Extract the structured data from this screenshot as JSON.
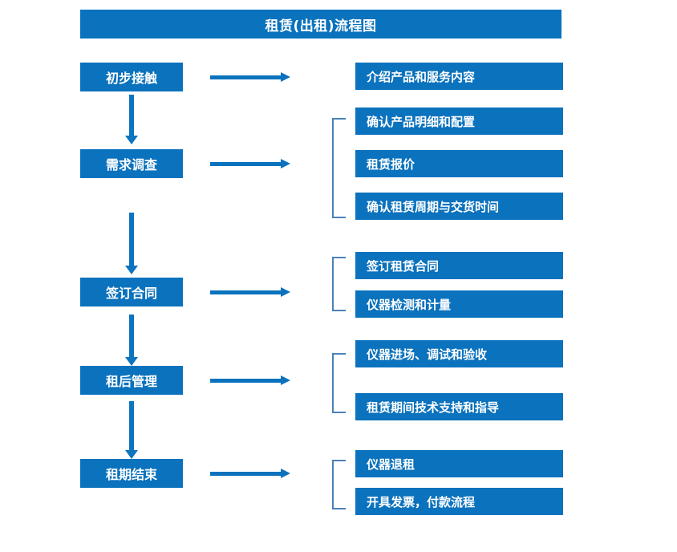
{
  "diagram": {
    "title": "租赁(出租)流程图",
    "accent_color": "#0B72BD",
    "bracket_color": "#4A82B8",
    "text_color": "#FFFFFF",
    "background_color": "#FFFFFF",
    "stages": [
      {
        "id": "stage-1",
        "label": "初步接触",
        "details": [
          "介绍产品和服务内容"
        ],
        "has_bracket": false
      },
      {
        "id": "stage-2",
        "label": "需求调查",
        "details": [
          "确认产品明细和配置",
          "租赁报价",
          "确认租赁周期与交货时间"
        ],
        "has_bracket": true
      },
      {
        "id": "stage-3",
        "label": "签订合同",
        "details": [
          "签订租赁合同",
          "仪器检测和计量"
        ],
        "has_bracket": true
      },
      {
        "id": "stage-4",
        "label": "租后管理",
        "details": [
          "仪器进场、调试和验收",
          "租赁期间技术支持和指导"
        ],
        "has_bracket": true
      },
      {
        "id": "stage-5",
        "label": "租期结束",
        "details": [
          "仪器退租",
          "开具发票，付款流程"
        ],
        "has_bracket": true
      }
    ],
    "connectors": {
      "horizontal_arrow_icon": "arrow-right-icon",
      "vertical_arrow_icon": "arrow-down-icon",
      "bracket_icon": "brace-left-icon"
    }
  }
}
